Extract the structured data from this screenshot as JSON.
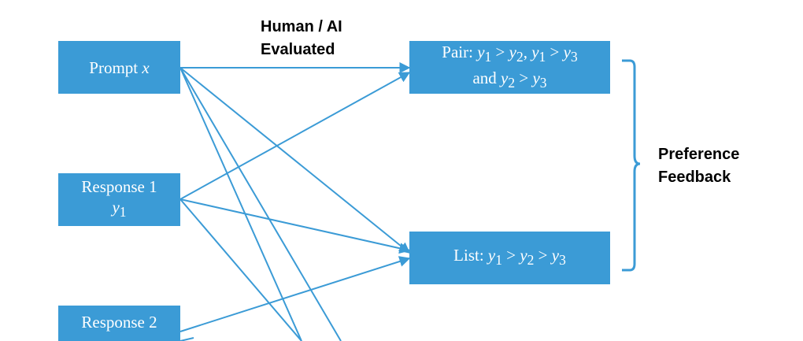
{
  "colors": {
    "box_fill": "#3b9bd6",
    "box_text": "#ffffff",
    "arrow": "#3b9bd6",
    "label": "#000000"
  },
  "left": {
    "prompt": {
      "text": "Prompt",
      "var": "x"
    },
    "response1": {
      "line1": "Response 1",
      "var": "y",
      "sub": "1"
    },
    "response2": {
      "line1": "Response 2"
    }
  },
  "evaluated_label": {
    "line1": "Human / AI",
    "line2": "Evaluated"
  },
  "right": {
    "pair": {
      "prefix": "Pair: ",
      "and": "and ",
      "gt": " > ",
      "comma": ", ",
      "y": "y",
      "s1": "1",
      "s2": "2",
      "s3": "3"
    },
    "list": {
      "prefix": "List: ",
      "gt": " > ",
      "y": "y",
      "s1": "1",
      "s2": "2",
      "s3": "3"
    }
  },
  "feedback_label": {
    "line1": "Preference",
    "line2": "Feedback"
  }
}
